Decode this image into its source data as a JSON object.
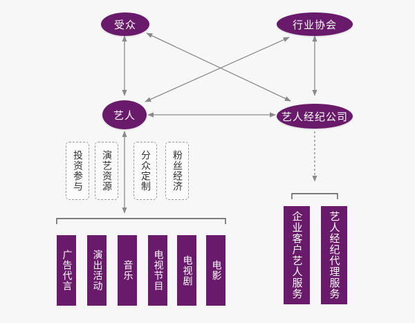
{
  "nodes": {
    "audience": "受众",
    "industry_association": "行业协会",
    "artist": "艺人",
    "agency": "艺人经纪公司"
  },
  "functions": [
    {
      "label": "投资参与"
    },
    {
      "label": "演艺资源"
    },
    {
      "label": "分众定制"
    },
    {
      "label": "粉丝经济"
    }
  ],
  "artist_outputs": [
    {
      "label": "广告代言"
    },
    {
      "label": "演出活动"
    },
    {
      "label": "音乐"
    },
    {
      "label": "电视节目"
    },
    {
      "label": "电视剧"
    },
    {
      "label": "电影"
    }
  ],
  "agency_services": [
    {
      "label": "企业客户艺人服务"
    },
    {
      "label": "艺人经纪代理服务"
    }
  ],
  "colors": {
    "brand_purple": "#6a1a6b",
    "connector_gray": "#8a8a8a",
    "bracket_gray": "#555555"
  }
}
